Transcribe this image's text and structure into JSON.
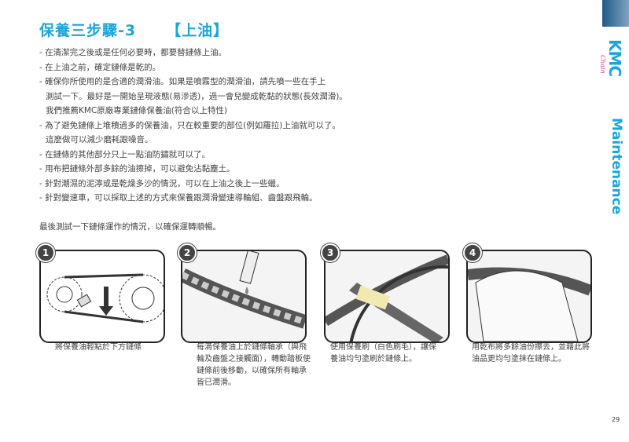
{
  "title": {
    "main": "保養三步驟-3",
    "sub": "【上油】"
  },
  "bullets": [
    "- 在清潔完之後或是任何必要時，都要替鏈條上油。",
    "- 在上油之前，確定鏈條是乾的。",
    "- 確保你所使用的是合適的潤滑油。如果是噴霧型的潤滑油，請先噴一些在手上",
    "測試一下。最好是一開始呈現液態(易滲透)，過一會兒變成乾黏的狀態(長效潤滑)。",
    "我們推薦KMC原廠專業鏈條保養油(符合以上特性)",
    "- 為了避免鏈條上堆積過多的保養油，只在較重要的部位(例如羅拉)上油就可以了。",
    "這麼做可以減少磨耗跟噪音。",
    "- 在鏈條的其他部分只上一點油防鏽就可以了。",
    "- 用布把鏈條外部多餘的油擦掉，可以避免沾黏塵土。",
    "- 針對潮濕的泥濘或是乾燥多沙的情況，可以在上油之後上一些蠟。",
    "- 針對變速車，可以採取上述的方式來保養跟潤滑變速導輪組、齒盤跟飛輪。"
  ],
  "final": "最後測試一下鏈條運作的情況，以確保運轉順暢。",
  "steps": [
    {
      "num": "1",
      "caption": "將保養油輕點於下方鏈條"
    },
    {
      "num": "2",
      "caption": "每滴保養油上於鏈條軸承（與飛輪及齒盤之接觸面），轉動踏板使鏈條前後移動，以確保所有軸承皆已潤滑。"
    },
    {
      "num": "3",
      "caption": "使用保養刷（白色刷毛），讓保養油均勻塗刷於鏈條上。"
    },
    {
      "num": "4",
      "caption": "用乾布將多餘油份擦去，並藉此將油品更均勻塗抹在鏈條上。"
    }
  ],
  "brand": {
    "logo": "KMC",
    "script": "Chain",
    "section": "Maintenance"
  },
  "page_number": "29"
}
